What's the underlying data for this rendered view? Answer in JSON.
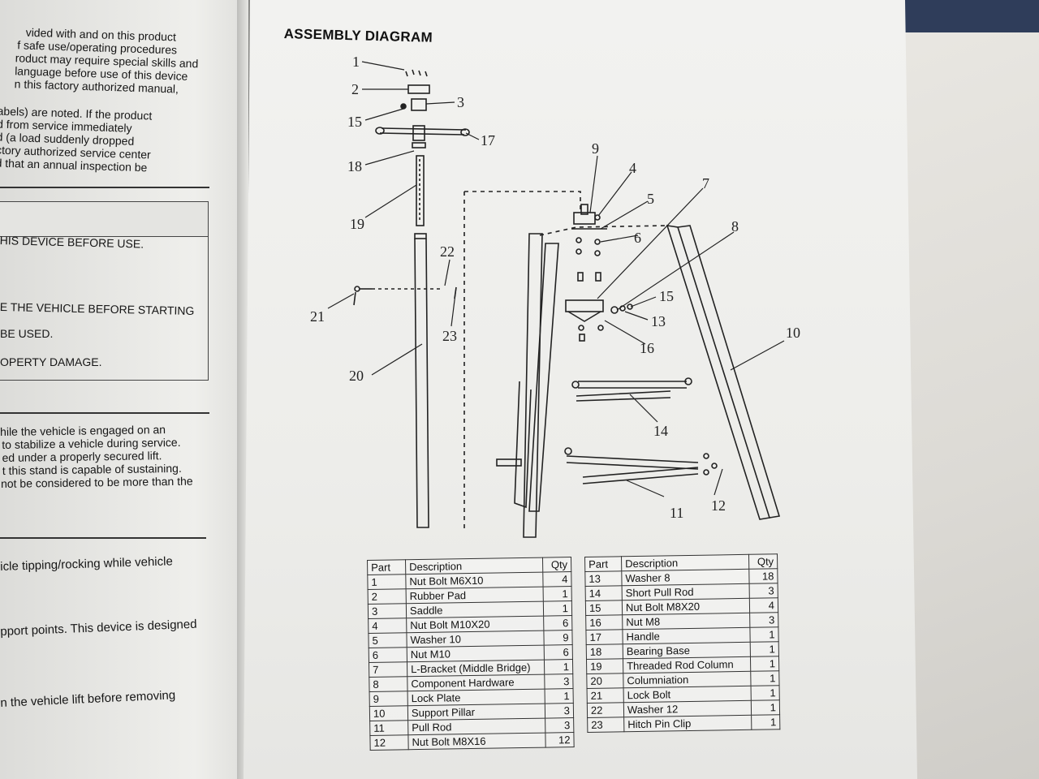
{
  "left_page": {
    "lines": [
      "vided with and on this product",
      "f safe use/operating procedures",
      "roduct may require special skills and",
      "language before use of this device",
      "n this factory authorized manual,",
      "abels) are noted. If the product",
      "d from service immediately",
      "d (a load suddenly dropped",
      "ctory authorized service center",
      "d that an annual inspection be",
      "HIS DEVICE BEFORE USE.",
      "E THE VEHICLE BEFORE STARTING",
      "BE USED.",
      "OPERTY DAMAGE.",
      "hile the vehicle is engaged on an",
      "to stabilize a vehicle during service.",
      "ed under a properly secured lift.",
      "t this stand is capable of sustaining.",
      "not be considered to be more than the",
      "icle tipping/rocking while vehicle",
      "pport points. This device is designed",
      "n the vehicle lift before removing"
    ]
  },
  "diagram": {
    "title": "ASSEMBLY DIAGRAM",
    "callouts": [
      "1",
      "2",
      "3",
      "15",
      "17",
      "18",
      "19",
      "22",
      "21",
      "23",
      "20",
      "9",
      "4",
      "5",
      "7",
      "6",
      "8",
      "15",
      "13",
      "16",
      "10",
      "14",
      "11",
      "12"
    ]
  },
  "parts_table": {
    "headers": [
      "Part",
      "Description",
      "Qty"
    ],
    "left": [
      [
        "1",
        "Nut Bolt M6X10",
        "4"
      ],
      [
        "2",
        "Rubber Pad",
        "1"
      ],
      [
        "3",
        "Saddle",
        "1"
      ],
      [
        "4",
        "Nut Bolt M10X20",
        "6"
      ],
      [
        "5",
        "Washer 10",
        "9"
      ],
      [
        "6",
        "Nut M10",
        "6"
      ],
      [
        "7",
        "L-Bracket (Middle Bridge)",
        "1"
      ],
      [
        "8",
        "Component Hardware",
        "3"
      ],
      [
        "9",
        "Lock Plate",
        "1"
      ],
      [
        "10",
        "Support Pillar",
        "3"
      ],
      [
        "11",
        "Pull Rod",
        "3"
      ],
      [
        "12",
        "Nut Bolt M8X16",
        "12"
      ]
    ],
    "right": [
      [
        "13",
        "Washer 8",
        "18"
      ],
      [
        "14",
        "Short Pull Rod",
        "3"
      ],
      [
        "15",
        "Nut Bolt M8X20",
        "4"
      ],
      [
        "16",
        "Nut M8",
        "3"
      ],
      [
        "17",
        "Handle",
        "1"
      ],
      [
        "18",
        "Bearing Base",
        "1"
      ],
      [
        "19",
        "Threaded Rod Column",
        "1"
      ],
      [
        "20",
        "Columniation",
        "1"
      ],
      [
        "21",
        "Lock Bolt",
        "1"
      ],
      [
        "22",
        "Washer 12",
        "1"
      ],
      [
        "23",
        "Hitch Pin Clip",
        "1"
      ]
    ]
  }
}
